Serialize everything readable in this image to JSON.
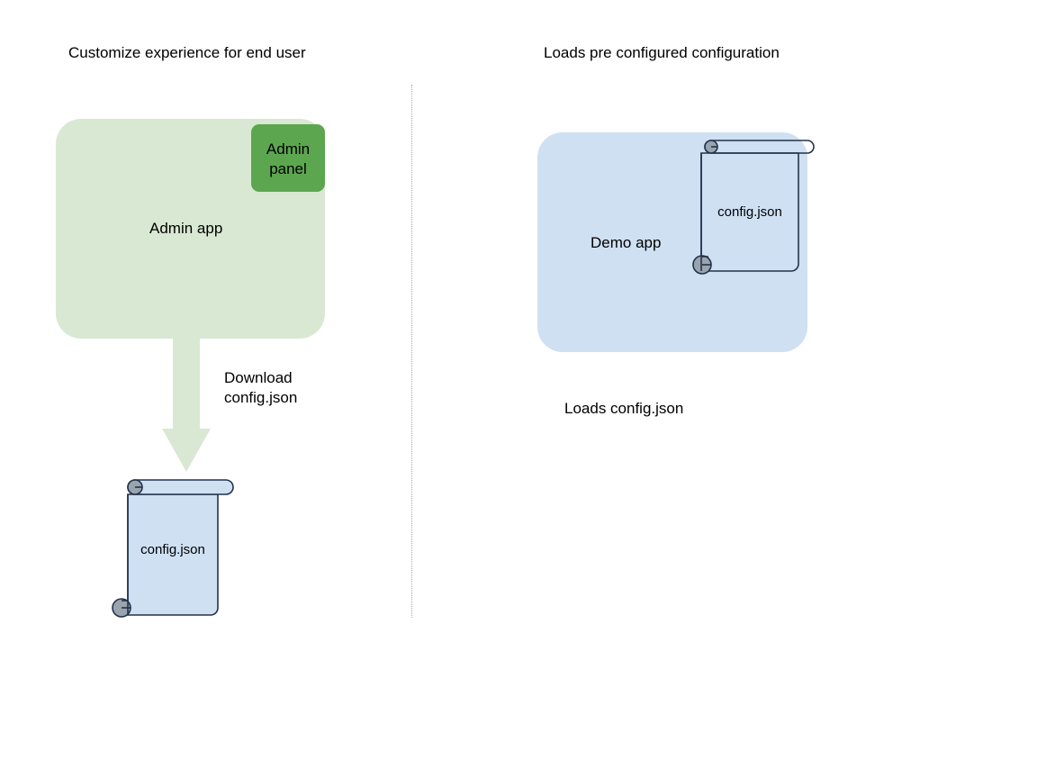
{
  "diagram": {
    "background": "#ffffff",
    "left_section": {
      "title": "Customize experience for end user",
      "app": {
        "name": "Admin app",
        "fill": "#d9e8d2",
        "panel": {
          "line1": "Admin",
          "line2": "panel",
          "fill": "#5da650"
        }
      },
      "arrow": {
        "direction": "down",
        "fill": "#d9e8d2",
        "label_line1": "Download",
        "label_line2": "config.json"
      },
      "document": {
        "label": "config.json",
        "fill": "#cfe0f3",
        "stroke": "#23324b",
        "roll_fill": "#9aa4ae"
      }
    },
    "right_section": {
      "title": "Loads pre configured configuration",
      "app": {
        "name": "Demo app",
        "fill": "#cfe0f3"
      },
      "document": {
        "label": "config.json",
        "fill": "none",
        "stroke": "#23324b",
        "roll_fill": "#9aa4ae"
      },
      "caption": "Loads config.json"
    },
    "divider": {
      "style": "dotted",
      "color": "#9a9a9a"
    }
  }
}
